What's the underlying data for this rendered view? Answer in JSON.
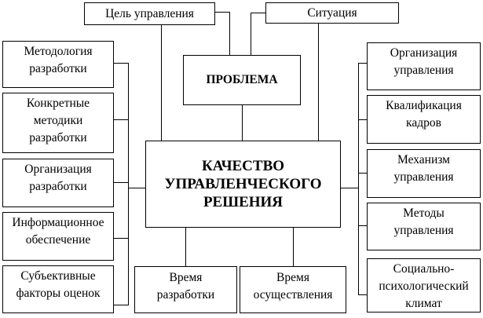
{
  "top": {
    "goal": "Цель управления",
    "situation": "Ситуация"
  },
  "problem": "ПРОБЛЕМА",
  "main": "КАЧЕСТВО\nУПРАВЛЕНЧЕСКОГО\nРЕШЕНИЯ",
  "left": [
    "Методология\nразработки",
    "Конкретные\nметодики\nразработки",
    "Организация\nразработки",
    "Информационное\nобеспечение",
    "Субъективные\nфакторы оценок"
  ],
  "right": [
    "Организация\nуправления",
    "Квалификация\nкадров",
    "Механизм\nуправления",
    "Методы\nуправления",
    "Социально-\nпсихологический\nклимат"
  ],
  "bottom": [
    "Время\nразработки",
    "Время\nосуществления"
  ]
}
